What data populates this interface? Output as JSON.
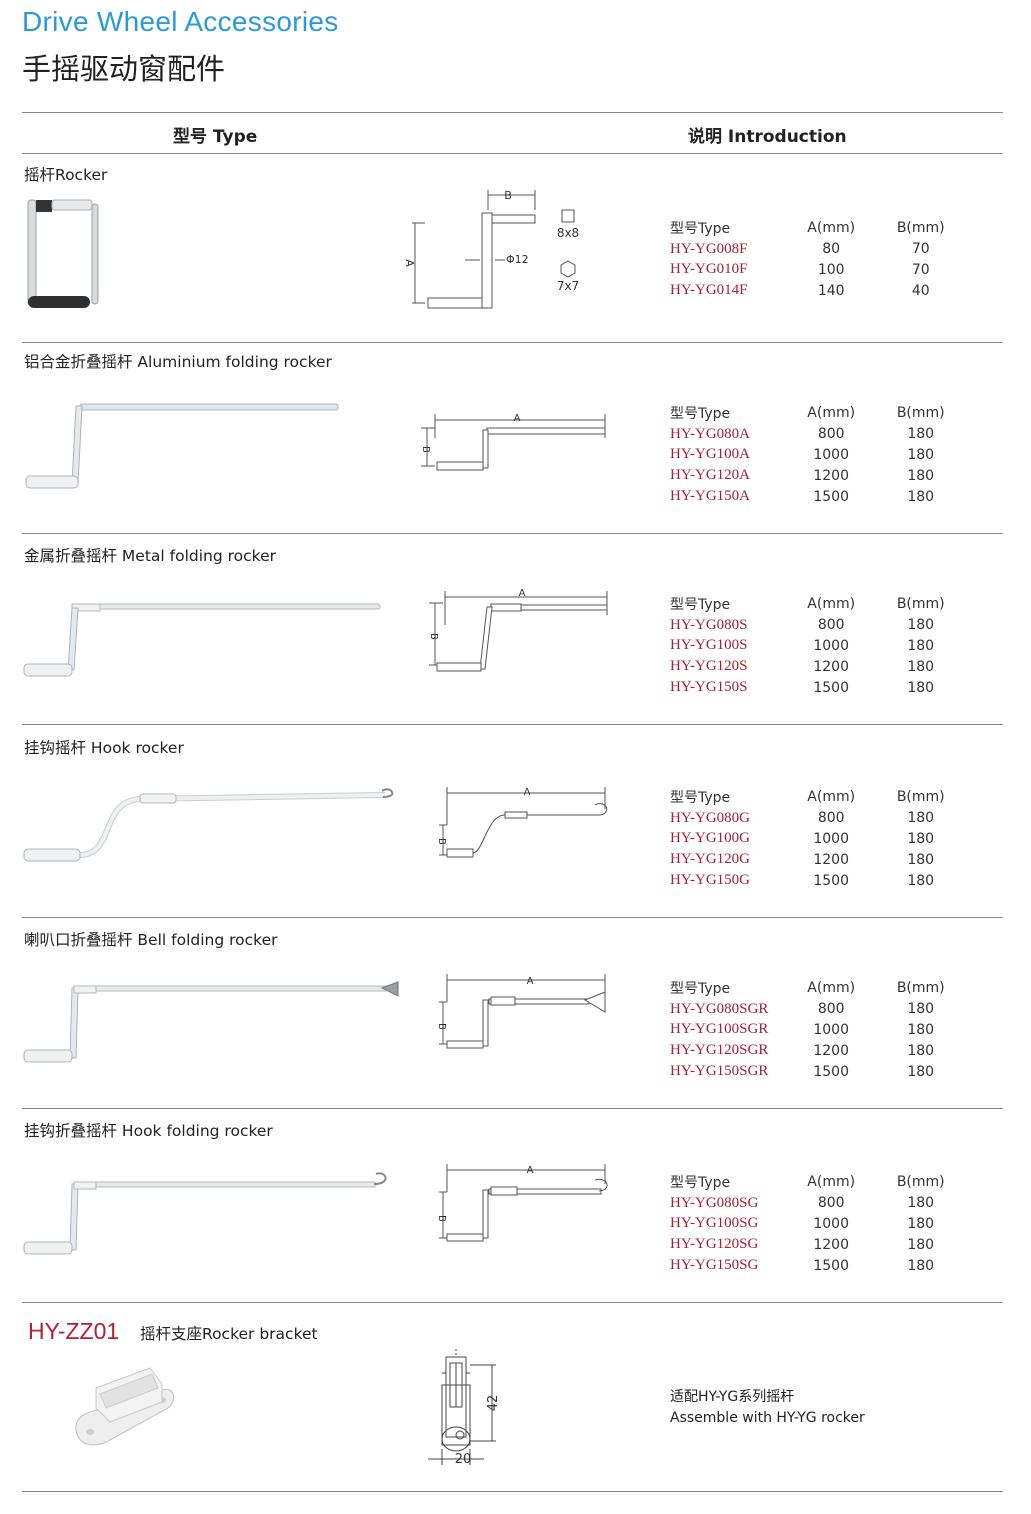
{
  "header": {
    "title_en": "Drive Wheel Accessories",
    "title_cn": "手摇驱动窗配件"
  },
  "columns": {
    "type": "型号 Type",
    "intro": "说明 Introduction"
  },
  "spec_header": {
    "type": "型号Type",
    "a": "A(mm)",
    "b": "B(mm)"
  },
  "sections": [
    {
      "title": "摇杆Rocker",
      "drawing_labels": {
        "b": "B",
        "a": "A",
        "dia": "Φ12",
        "sq": "8x8",
        "hex": "7x7"
      },
      "rows": [
        {
          "type": "HY-YG008F",
          "a": "80",
          "b": "70"
        },
        {
          "type": "HY-YG010F",
          "a": "100",
          "b": "70"
        },
        {
          "type": "HY-YG014F",
          "a": "140",
          "b": "40"
        }
      ]
    },
    {
      "title": "铝合金折叠摇杆 Aluminium folding rocker",
      "drawing_labels": {
        "a": "A",
        "b": "B"
      },
      "rows": [
        {
          "type": "HY-YG080A",
          "a": "800",
          "b": "180"
        },
        {
          "type": "HY-YG100A",
          "a": "1000",
          "b": "180"
        },
        {
          "type": "HY-YG120A",
          "a": "1200",
          "b": "180"
        },
        {
          "type": "HY-YG150A",
          "a": "1500",
          "b": "180"
        }
      ]
    },
    {
      "title": "金属折叠摇杆 Metal folding rocker",
      "drawing_labels": {
        "a": "A",
        "b": "B"
      },
      "rows": [
        {
          "type": "HY-YG080S",
          "a": "800",
          "b": "180"
        },
        {
          "type": "HY-YG100S",
          "a": "1000",
          "b": "180"
        },
        {
          "type": "HY-YG120S",
          "a": "1200",
          "b": "180"
        },
        {
          "type": "HY-YG150S",
          "a": "1500",
          "b": "180"
        }
      ]
    },
    {
      "title": "挂钩摇杆 Hook rocker",
      "drawing_labels": {
        "a": "A",
        "b": "B"
      },
      "rows": [
        {
          "type": "HY-YG080G",
          "a": "800",
          "b": "180"
        },
        {
          "type": "HY-YG100G",
          "a": "1000",
          "b": "180"
        },
        {
          "type": "HY-YG120G",
          "a": "1200",
          "b": "180"
        },
        {
          "type": "HY-YG150G",
          "a": "1500",
          "b": "180"
        }
      ]
    },
    {
      "title": "喇叭口折叠摇杆 Bell folding rocker",
      "drawing_labels": {
        "a": "A",
        "b": "B"
      },
      "rows": [
        {
          "type": "HY-YG080SGR",
          "a": "800",
          "b": "180"
        },
        {
          "type": "HY-YG100SGR",
          "a": "1000",
          "b": "180"
        },
        {
          "type": "HY-YG120SGR",
          "a": "1200",
          "b": "180"
        },
        {
          "type": "HY-YG150SGR",
          "a": "1500",
          "b": "180"
        }
      ]
    },
    {
      "title": "挂钩折叠摇杆 Hook folding rocker",
      "drawing_labels": {
        "a": "A",
        "b": "B"
      },
      "rows": [
        {
          "type": "HY-YG080SG",
          "a": "800",
          "b": "180"
        },
        {
          "type": "HY-YG100SG",
          "a": "1000",
          "b": "180"
        },
        {
          "type": "HY-YG120SG",
          "a": "1200",
          "b": "180"
        },
        {
          "type": "HY-YG150SG",
          "a": "1500",
          "b": "180"
        }
      ]
    }
  ],
  "bracket": {
    "code": "HY-ZZ01",
    "title": "摇杆支座Rocker bracket",
    "dim_h": "42",
    "dim_w": "20",
    "note_cn": "适配HY-YG系列摇杆",
    "note_en": "Assemble with HY-YG rocker"
  },
  "colors": {
    "title_blue": "#2b9ad6",
    "model_red": "#a32035",
    "code_red": "#b22035",
    "rule": "#8a8a8a"
  }
}
